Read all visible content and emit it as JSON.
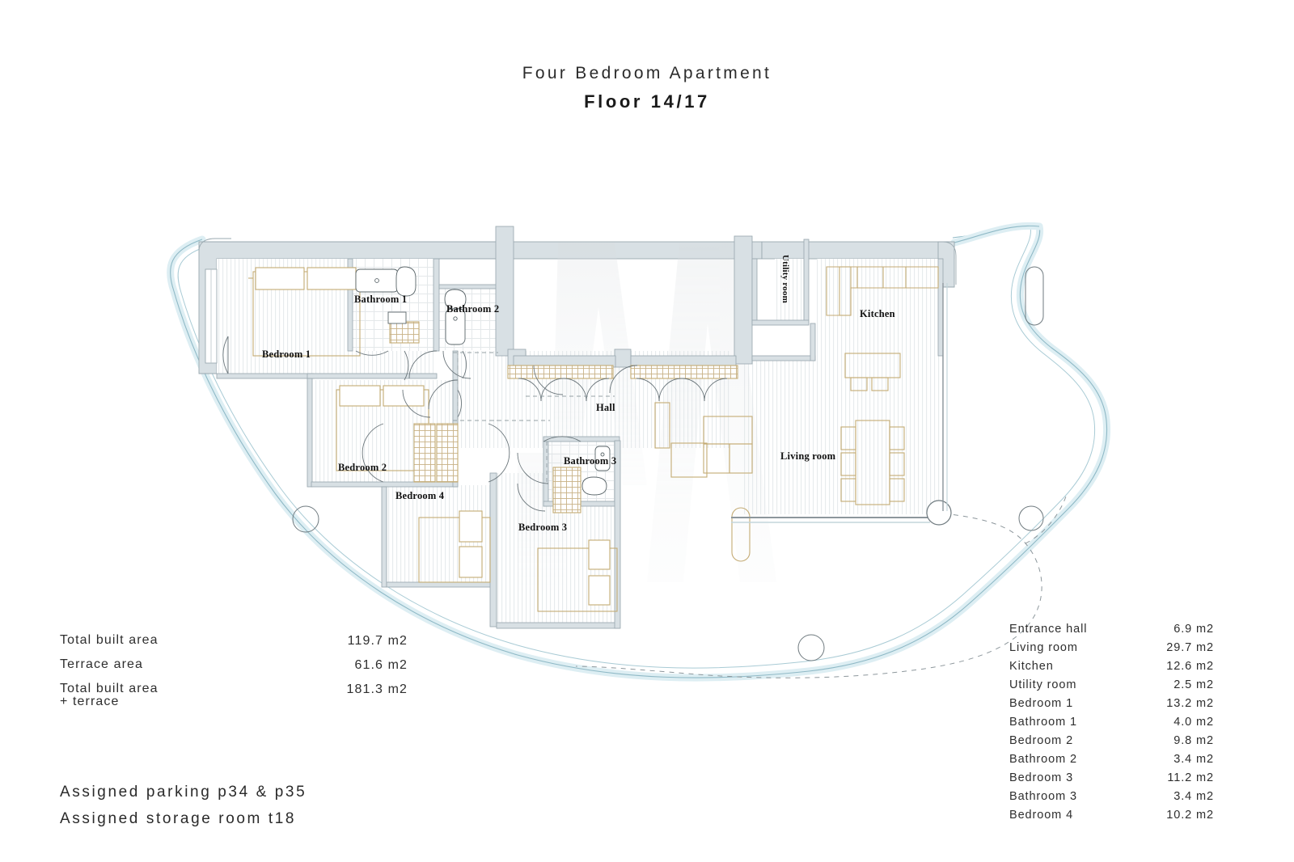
{
  "title": {
    "main": "Four Bedroom Apartment",
    "sub": "Floor 14/17"
  },
  "colors": {
    "wall_fill": "#d8e0e4",
    "wall_stroke": "#9aa9b0",
    "terrace_line": "#bfe0e8",
    "terrace_line_dark": "#7fa8b4",
    "furniture": "#c4ab74",
    "hatch": "#e9ecee",
    "dashed": "#8a9398",
    "text": "#231f20"
  },
  "area_summary": [
    {
      "label": "Total built area",
      "value": "119.7 m2"
    },
    {
      "label": "Terrace area",
      "value": "61.6 m2"
    },
    {
      "label": "Total built area\n+ terrace",
      "value": "181.3 m2"
    }
  ],
  "notes": [
    "Assigned parking p34 & p35",
    "Assigned storage room t18"
  ],
  "room_schedule": [
    {
      "label": "Entrance hall",
      "value": "6.9 m2"
    },
    {
      "label": "Living room",
      "value": "29.7 m2"
    },
    {
      "label": "Kitchen",
      "value": "12.6 m2"
    },
    {
      "label": "Utility room",
      "value": "2.5 m2"
    },
    {
      "label": "Bedroom 1",
      "value": "13.2 m2"
    },
    {
      "label": "Bathroom 1",
      "value": "4.0 m2"
    },
    {
      "label": "Bedroom 2",
      "value": "9.8 m2"
    },
    {
      "label": "Bathroom 2",
      "value": "3.4 m2"
    },
    {
      "label": "Bedroom 3",
      "value": "11.2 m2"
    },
    {
      "label": "Bathroom 3",
      "value": "3.4 m2"
    },
    {
      "label": "Bedroom 4",
      "value": "10.2 m2"
    }
  ],
  "plan_labels": {
    "bedroom_1": "Bedroom 1",
    "bedroom_2": "Bedroom 2",
    "bedroom_3": "Bedroom 3",
    "bedroom_4": "Bedroom 4",
    "bathroom_1": "Bathroom 1",
    "bathroom_2": "Bathroom 2",
    "bathroom_3": "Bathroom 3",
    "hall": "Hall",
    "kitchen": "Kitchen",
    "living_room": "Living room",
    "utility_room": "Utility room"
  }
}
